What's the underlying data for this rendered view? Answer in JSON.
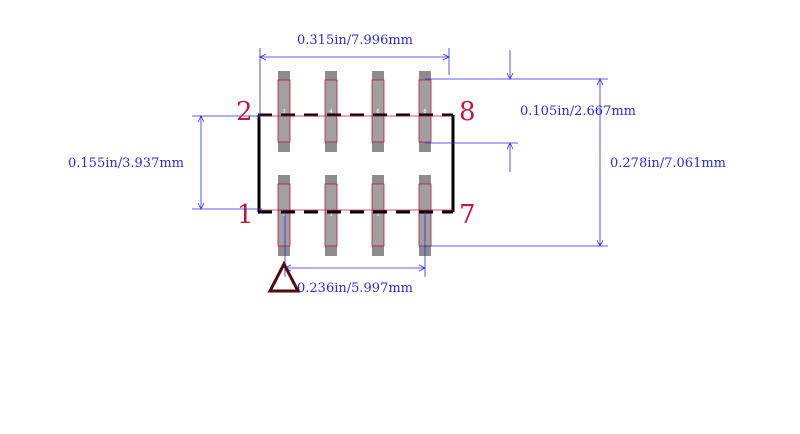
{
  "dimensions": {
    "body_width": "0.315in/7.996mm",
    "lead_length": "0.105in/2.667mm",
    "body_length": "0.155in/3.937mm",
    "overall_length": "0.278in/7.061mm",
    "pad_span": "0.236in/5.997mm"
  },
  "pin_labels": {
    "pin_2": "2",
    "pin_8": "8",
    "pin_1": "1",
    "pin_7": "7"
  },
  "pad_numbers": {
    "top": [
      "2",
      "4",
      "6",
      "8"
    ],
    "bottom": [
      "1",
      "3",
      "5",
      "7"
    ]
  },
  "colors": {
    "dimension": "#2a2ae6",
    "outline": "#000000",
    "pad_fill": "#a0a0a0",
    "pad_outline": "#c41640",
    "pin_label": "#c41640",
    "pin1_marker": "#4a0e0e"
  },
  "icons": {
    "pin1_marker": "triangle-icon"
  }
}
